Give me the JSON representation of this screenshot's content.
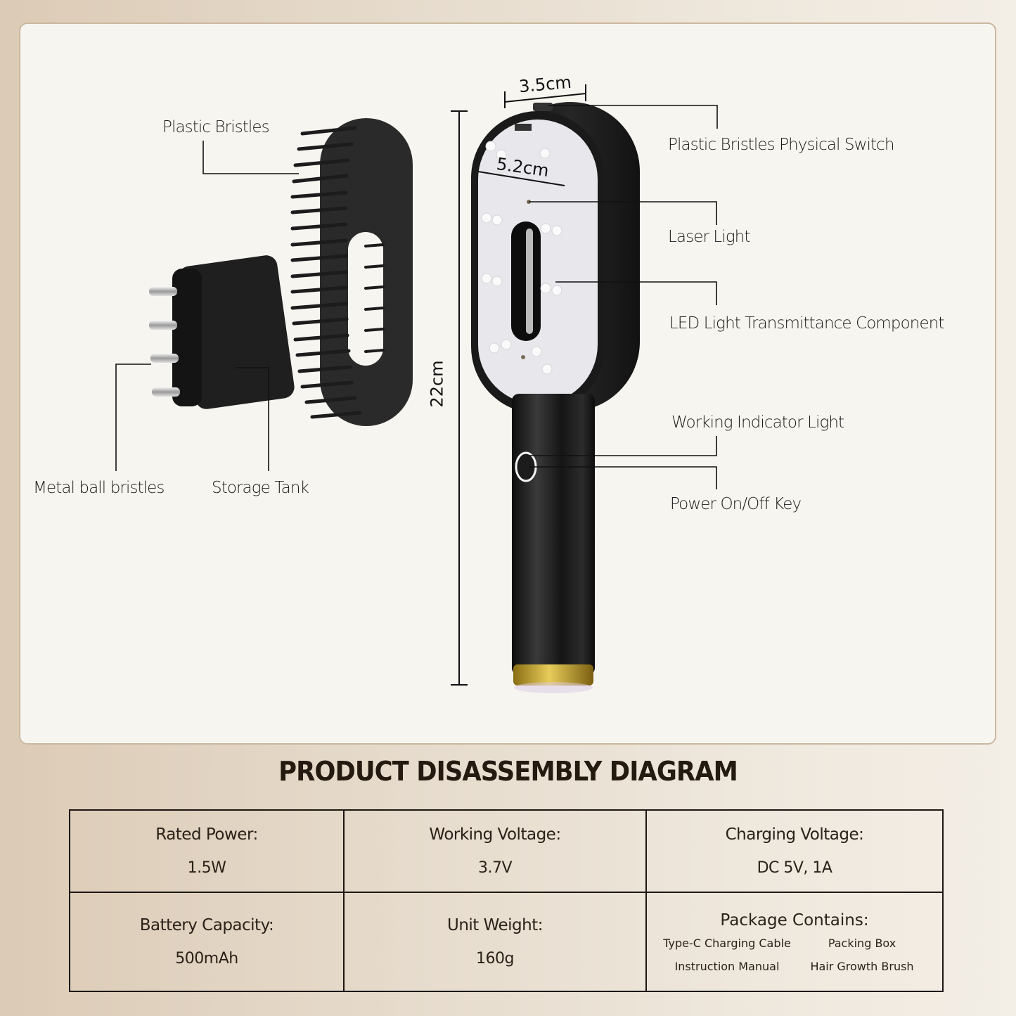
{
  "diagram": {
    "callouts": {
      "plastic_bristles": "Plastic Bristles",
      "metal_ball_bristles": "Metal ball bristles",
      "storage_tank": "Storage Tank",
      "physical_switch": "Plastic Bristles Physical Switch",
      "laser_light": "Laser Light",
      "led_component": "LED Light Transmittance Component",
      "working_indicator": "Working Indicator Light",
      "power_key": "Power On/Off Key"
    },
    "dimensions": {
      "width_top": "3.5cm",
      "width_face": "5.2cm",
      "height": "22cm"
    },
    "colors": {
      "panel_bg": "#f7f5f0",
      "panel_border": "#cbb89f",
      "device_black": "#1b1b1b",
      "face_white": "#e6e6ea",
      "gold_ring": "#c9a52c"
    }
  },
  "title": "PRODUCT DISASSEMBLY DIAGRAM",
  "specs": {
    "rated_power": {
      "label": "Rated Power:",
      "value": "1.5W"
    },
    "working_voltage": {
      "label": "Working Voltage:",
      "value": "3.7V"
    },
    "charging_voltage": {
      "label": "Charging Voltage:",
      "value": "DC 5V, 1A"
    },
    "battery_capacity": {
      "label": "Battery Capacity:",
      "value": "500mAh"
    },
    "unit_weight": {
      "label": "Unit Weight:",
      "value": "160g"
    },
    "package": {
      "label": "Package Contains:",
      "items": [
        "Type-C Charging Cable",
        "Packing Box",
        "Instruction Manual",
        "Hair Growth Brush"
      ]
    }
  }
}
